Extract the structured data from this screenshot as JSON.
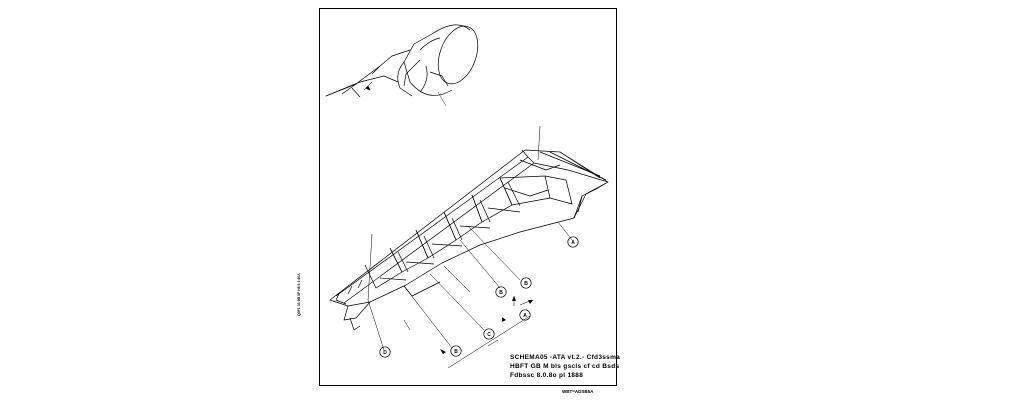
{
  "caption": {
    "line1": "SCHEMA05 -ATA vt.2.- Cfd3ssma",
    "line2": "HBFT GB M bls gscls cf cd Bsds",
    "line3": "Fdbssc 8.0.8o pl 1888"
  },
  "sheet_ref": "WBT=ADSB5A",
  "side_note": "Q0F1 33 9B 0F H8 5 3 40A",
  "callouts": [
    {
      "id": "A",
      "label": "A"
    },
    {
      "id": "B1",
      "label": "B"
    },
    {
      "id": "B2",
      "label": "B"
    },
    {
      "id": "C",
      "label": "C"
    },
    {
      "id": "B3",
      "label": "B"
    },
    {
      "id": "D",
      "label": "D"
    },
    {
      "id": "A2",
      "label": "A"
    }
  ],
  "colors": {
    "ink": "#000000",
    "paper": "#ffffff"
  }
}
